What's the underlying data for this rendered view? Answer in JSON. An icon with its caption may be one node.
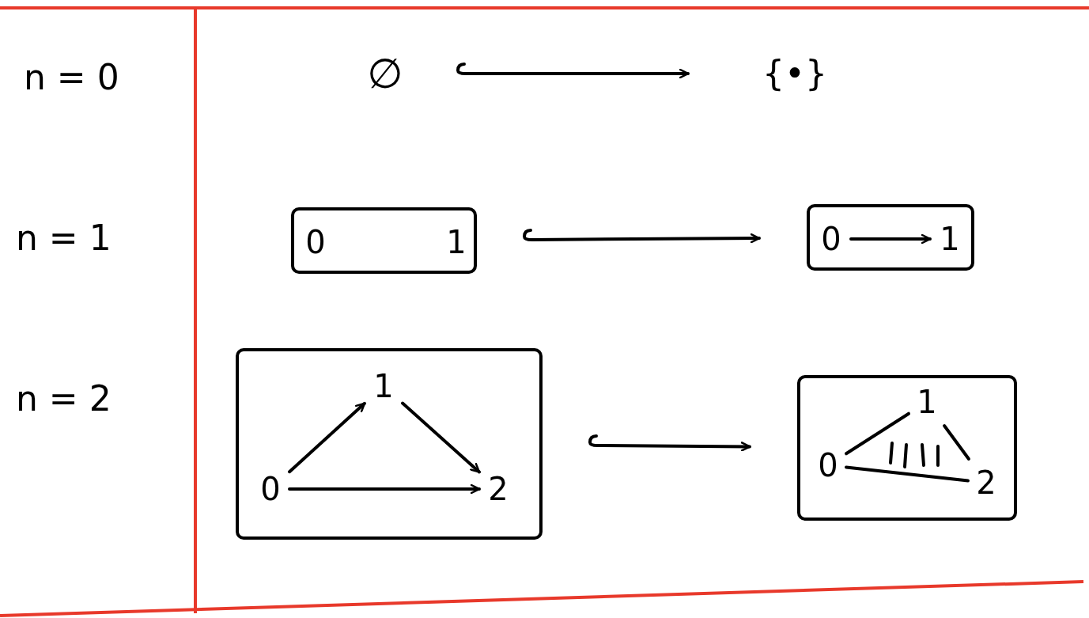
{
  "diagram": {
    "nodes": [
      {
        "text": [
          "∅"
        ]
      },
      {
        "text": [
          "{•}"
        ]
      },
      {
        "text": [],
        "shape": "box"
      },
      {
        "text": [
          "0"
        ],
        "in": 2
      },
      {
        "text": [
          "1"
        ],
        "in": 2
      },
      {
        "text": [],
        "shape": "box"
      },
      {
        "text": [
          "0"
        ],
        "in": 5
      },
      {
        "text": [
          "1"
        ],
        "in": 5
      },
      {
        "text": [],
        "shape": "box"
      },
      {
        "text": [
          "0"
        ],
        "in": 8
      },
      {
        "text": [
          "1"
        ],
        "in": 8
      },
      {
        "text": [
          "2"
        ],
        "in": 8
      },
      {
        "text": [],
        "shape": "box"
      },
      {
        "text": [
          "0"
        ],
        "in": 12
      },
      {
        "text": [
          "1"
        ],
        "in": 12
      },
      {
        "text": [
          "2"
        ],
        "in": 12
      }
    ],
    "edges": [
      {
        "from": 0,
        "to": 1,
        "arrow": "to"
      },
      {
        "from": 2,
        "to": 5,
        "arrow": "to"
      },
      {
        "from": 6,
        "to": 7,
        "arrow": "to"
      },
      {
        "from": 8,
        "to": 12,
        "arrow": "to"
      },
      {
        "from": 9,
        "to": 10,
        "arrow": "to"
      },
      {
        "from": 10,
        "to": 11,
        "arrow": "to"
      },
      {
        "from": 9,
        "to": 11,
        "arrow": "to"
      },
      {
        "from": 13,
        "to": 14,
        "arrow": "none"
      },
      {
        "from": 14,
        "to": 15,
        "arrow": "none"
      },
      {
        "from": 13,
        "to": 15,
        "arrow": "none"
      }
    ],
    "labels": [
      "n = 0",
      "n = 1",
      "n = 2"
    ]
  }
}
